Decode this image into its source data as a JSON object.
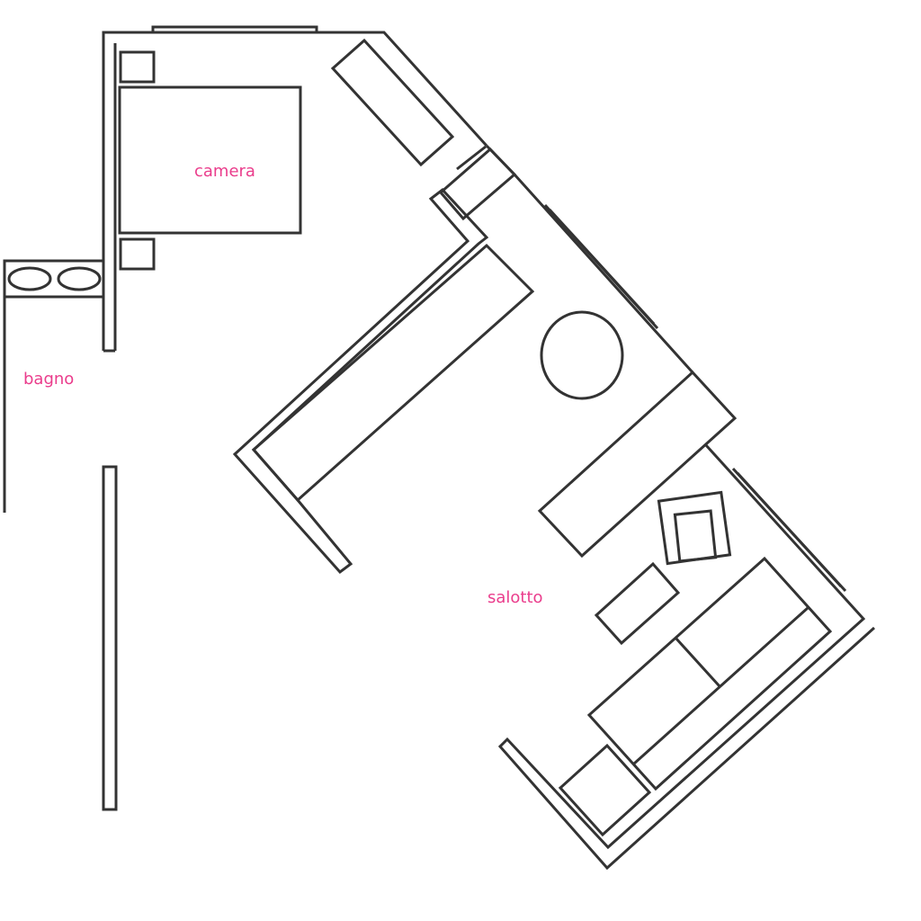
{
  "colors": {
    "line": "#333333",
    "label": "#ea3d8c",
    "background": "#ffffff"
  },
  "rooms": {
    "camera": "camera",
    "bagno": "bagno",
    "salotto": "salotto"
  }
}
